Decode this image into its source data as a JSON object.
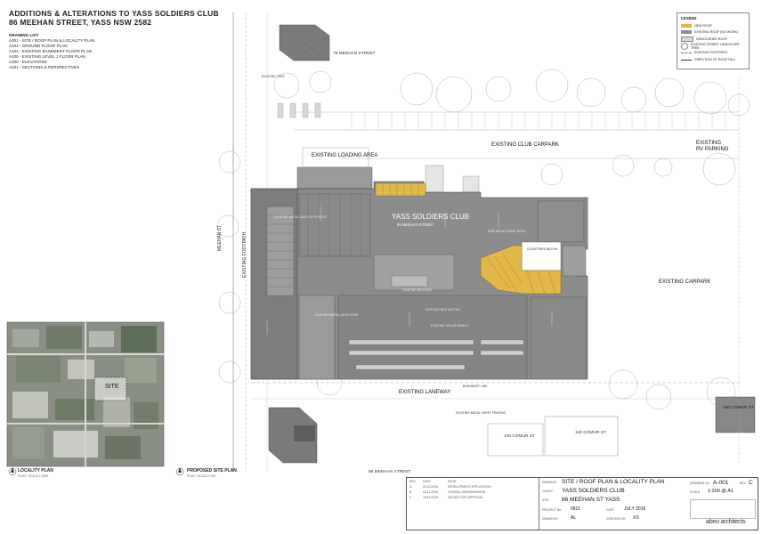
{
  "header": {
    "title": "ADDITIONS & ALTERATIONS TO YASS SOLDIERS CLUB",
    "address": "86 MEEHAN STREET, YASS NSW 2582",
    "drawing_list_heading": "DRAWING LIST",
    "drawing_list": [
      "A001 - SITE / ROOF PLAN & LOCALITY PLAN",
      "A103 - GROUND FLOOR PLAN",
      "A104 - EXISTING BASEMENT FLOOR PLAN",
      "A105 - EXISTING LEVEL 1 FLOOR PLAN",
      "A200 - ELEVATIONS",
      "A201 - SECTIONS & PERSPECTIVES"
    ]
  },
  "legend": {
    "heading": "LEGEND",
    "items": [
      "NEW ROOF",
      "EXISTING ROOF (NO WORK)",
      "DEMOLISHED ROOF",
      "EXISTING STREET LANDSCAPE TREE",
      "EXISTING FOOTPATH",
      "DIRECTION OF ROOF FALL"
    ],
    "colors": {
      "new_roof": "#e2b84a",
      "existing_roof": "#8f8f8f",
      "demolished": "#d8d8d8"
    }
  },
  "plan": {
    "street_left": "MEEHAN ST",
    "existing_footpath": "EXISTING FOOTPATH",
    "club_name": "YASS SOLDIERS CLUB",
    "club_address": "86 MEEHAN STREET",
    "loading_area": "EXISTING LOADING AREA",
    "club_carpark": "EXISTING CLUB CARPARK",
    "rv_parking_1": "EXISTING",
    "rv_parking_2": "RV PARKING",
    "existing_carpark": "EXISTING CARPARK",
    "existing_laneway": "EXISTING LANEWAY",
    "meehan_78": "78 MEEHAN STREET",
    "meehan_88": "88 MEEHAN STREET",
    "comur_130": "130 COMUR ST",
    "comur_140": "140 COMUR ST",
    "comur_150": "150 COMUR ST",
    "site": "SITE",
    "small_notes": {
      "roof_1": "EXISTING METAL DECK ROOF",
      "roof_2": "EXISTING METAL SAWTOOTH ROOF",
      "roof_3": "EXISTING SOLAR PANELS",
      "roof_4": "EXISTING SKYLIGHT",
      "roof_5": "EXISTING BOX GUTTER",
      "roof_6": "NEW METAL SHEET ROOF",
      "roof_7": "COURTYARD BELOW",
      "lane_1": "EXISTING METAL SHEET FENCING",
      "boundary": "BOUNDARY LINE",
      "tree_1": "EXISTING TREE"
    }
  },
  "captions": {
    "locality": "LOCALITY PLAN",
    "locality_scale": "PLAN - SCALE 1:2500",
    "site_plan": "PROPOSED SITE PLAN",
    "site_plan_scale": "PLAN - SCALE 1:200"
  },
  "title_block": {
    "drawing_title_label": "DRAWING",
    "drawing_title": "SITE / ROOF PLAN & LOCALITY PLAN",
    "project_label": "CLIENT",
    "project": "YASS SOLDIERS CLUB",
    "site_label": "SITE",
    "site": "86 MEEHAN ST YASS",
    "drawing_no_label": "DRAWING No.",
    "drawing_no": "A-001",
    "rev_label": "REV",
    "rev": "C",
    "scale_label": "SCALE",
    "scale": "1:200 @ A1",
    "project_no_label": "PROJECT No.",
    "project_no": "0811",
    "date_label": "DATE",
    "date": "JULY 2016",
    "drawn_label": "DRAWN BY",
    "drawn": "AL",
    "checked_label": "CHECKED BY",
    "checked": "XS",
    "firm": "abeo architects",
    "rev_header": [
      "REV",
      "DATE",
      "NOTE"
    ],
    "revisions": [
      [
        "A",
        "10.10.2016",
        "DEVELOPMENT APPLICATION"
      ],
      [
        "B",
        "04.11.2016",
        "COUNCIL RESUBMISSION"
      ],
      [
        "C",
        "15.12.2016",
        "ISSUED FOR APPROVAL"
      ]
    ]
  }
}
